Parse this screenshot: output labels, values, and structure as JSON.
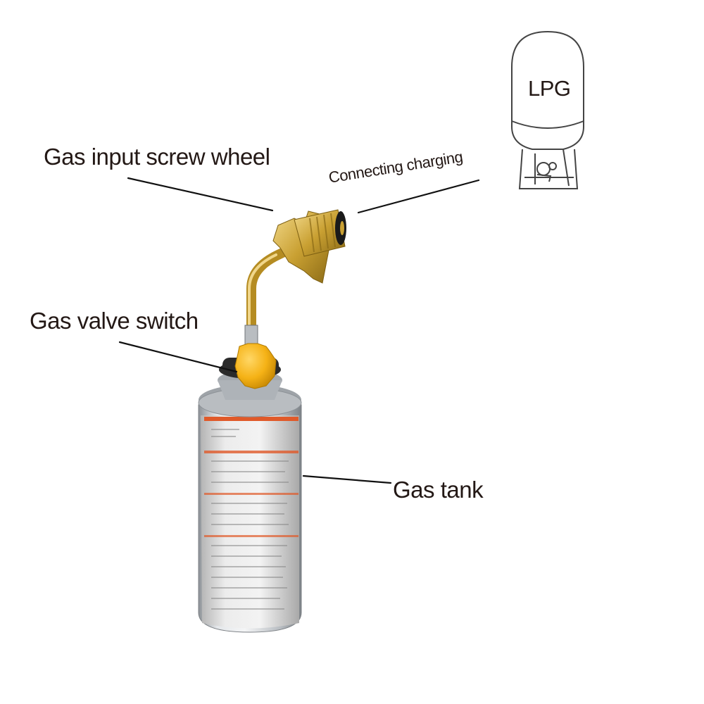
{
  "labels": {
    "gas_input_screw_wheel": "Gas input screw wheel",
    "connecting_charging": "Connecting charging",
    "gas_valve_switch": "Gas valve switch",
    "gas_tank": "Gas tank",
    "lpg": "LPG"
  },
  "colors": {
    "label_text": "#231815",
    "leader_line": "#111111",
    "brass": "#c9a032",
    "valve_knob": "#f5b216",
    "can_silver": "#c8ccd0",
    "label_band": "#d9d9d9",
    "lpg_outline": "#444444"
  }
}
